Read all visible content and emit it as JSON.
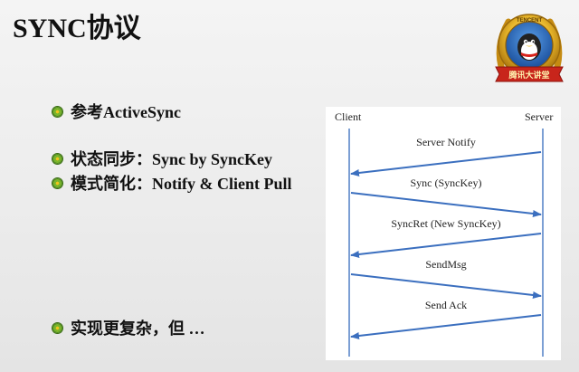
{
  "slide": {
    "title": "SYNC协议"
  },
  "bullets": [
    "参考ActiveSync",
    "状态同步：Sync by SyncKey",
    "模式简化：Notify & Client Pull",
    "实现更复杂，但 …"
  ],
  "logo": {
    "top_text": "TENCENT",
    "banner_text": "腾讯大讲堂",
    "colors": {
      "gold": "#e7a21a",
      "red": "#c8251b",
      "blue": "#2d6fbf"
    }
  },
  "diagram": {
    "left_label": "Client",
    "right_label": "Server",
    "messages": [
      {
        "label": "Server Notify",
        "direction": "server-to-client"
      },
      {
        "label": "Sync (SyncKey)",
        "direction": "client-to-server"
      },
      {
        "label": "SyncRet (New SyncKey)",
        "direction": "server-to-client"
      },
      {
        "label": "SendMsg",
        "direction": "client-to-server"
      },
      {
        "label": "Send Ack",
        "direction": "server-to-client"
      }
    ],
    "colors": {
      "arrow": "#3b6fbf",
      "lifeline": "#5b87c9"
    }
  }
}
